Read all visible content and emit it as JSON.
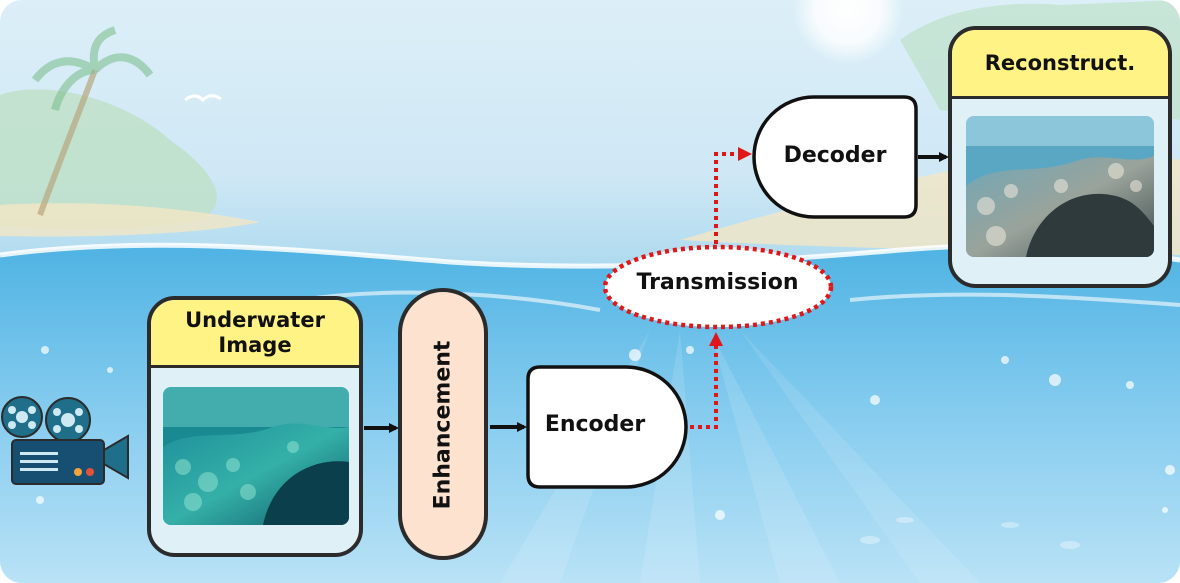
{
  "nodes": {
    "underwater_image": "Underwater\nImage",
    "enhancement": "Enhancement",
    "encoder": "Encoder",
    "transmission": "Transmission",
    "decoder": "Decoder",
    "reconstruct": "Reconstruct."
  },
  "icons": {
    "camera": "film-camera-icon",
    "input_photo": "underwater-coral-photo",
    "output_photo": "reconstructed-coral-photo"
  },
  "colors": {
    "header_fill": "#fff385",
    "enhancement_fill": "#fde3cf",
    "transmission_border": "#e0171a",
    "outline": "#2b2b2b"
  }
}
